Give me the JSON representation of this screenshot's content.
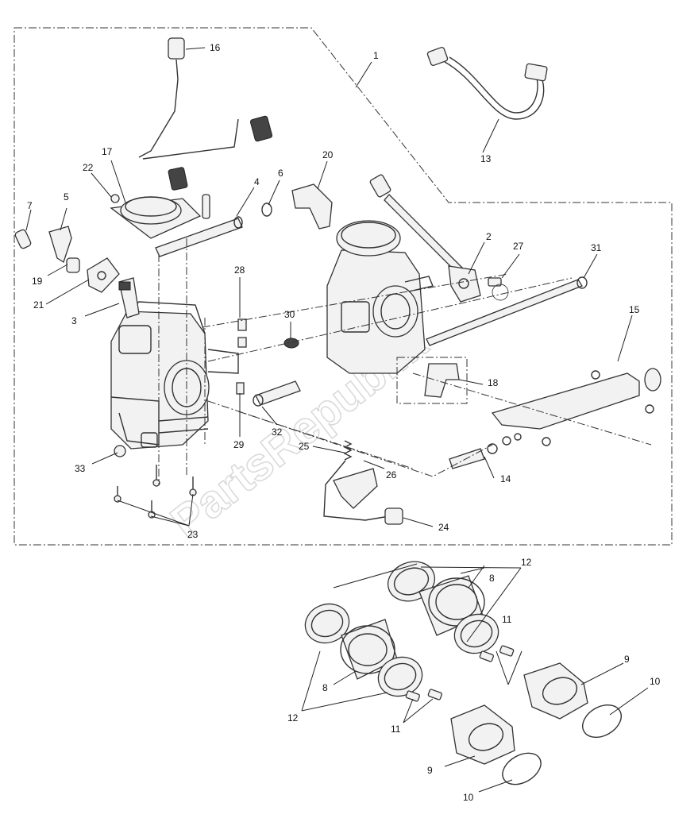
{
  "watermark": "PartsRepublik",
  "callouts": {
    "c1": "1",
    "c2": "2",
    "c3": "3",
    "c4": "4",
    "c5": "5",
    "c6": "6",
    "c7": "7",
    "c8a": "8",
    "c8b": "8",
    "c9a": "9",
    "c9b": "9",
    "c10a": "10",
    "c10b": "10",
    "c11a": "11",
    "c11b": "11",
    "c12a": "12",
    "c12b": "12",
    "c13": "13",
    "c14": "14",
    "c15": "15",
    "c16": "16",
    "c17": "17",
    "c18": "18",
    "c19": "19",
    "c20": "20",
    "c21": "21",
    "c22": "22",
    "c23": "23",
    "c24": "24",
    "c25": "25",
    "c26": "26",
    "c27": "27",
    "c28": "28",
    "c29": "29",
    "c30": "30",
    "c31": "31",
    "c32": "32",
    "c33": "33"
  }
}
